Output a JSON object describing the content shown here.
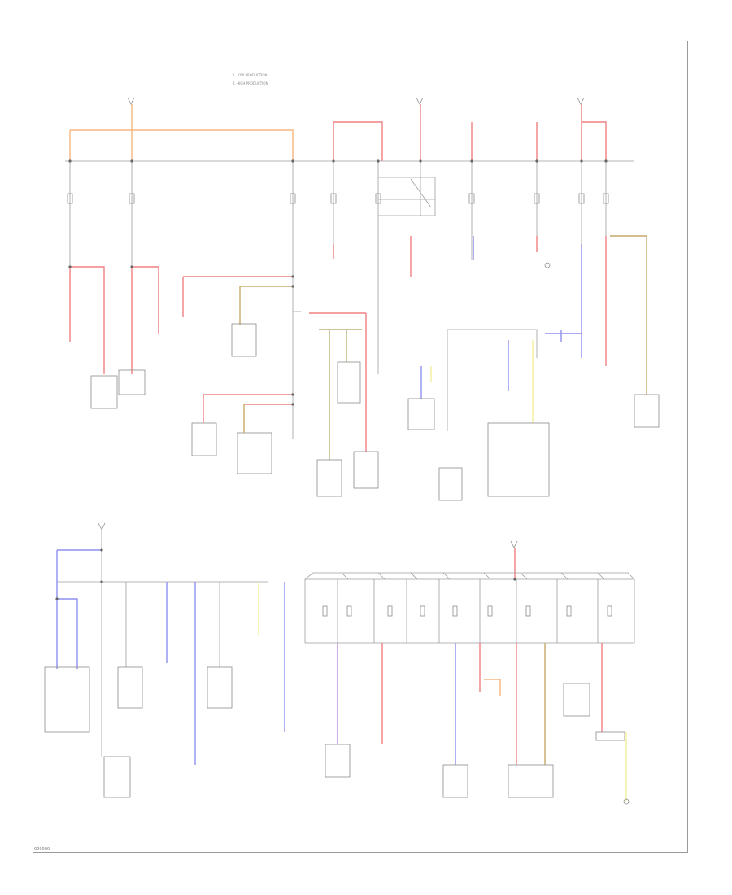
{
  "diagram": {
    "footer_code": "000000",
    "legend": {
      "line1": "1. LOW PRODUCTION",
      "line2": "2. HIGH PRODUCTION"
    },
    "wire_colors": {
      "orange": "#f5b57e",
      "red": "#f08080",
      "pink": "#f3a7a7",
      "blue": "#8f8ff0",
      "purple": "#c08fd8",
      "yellow": "#f2ef9b",
      "tan": "#c7a86a",
      "olive": "#b9b276",
      "gray": "#9e9e9e"
    }
  }
}
